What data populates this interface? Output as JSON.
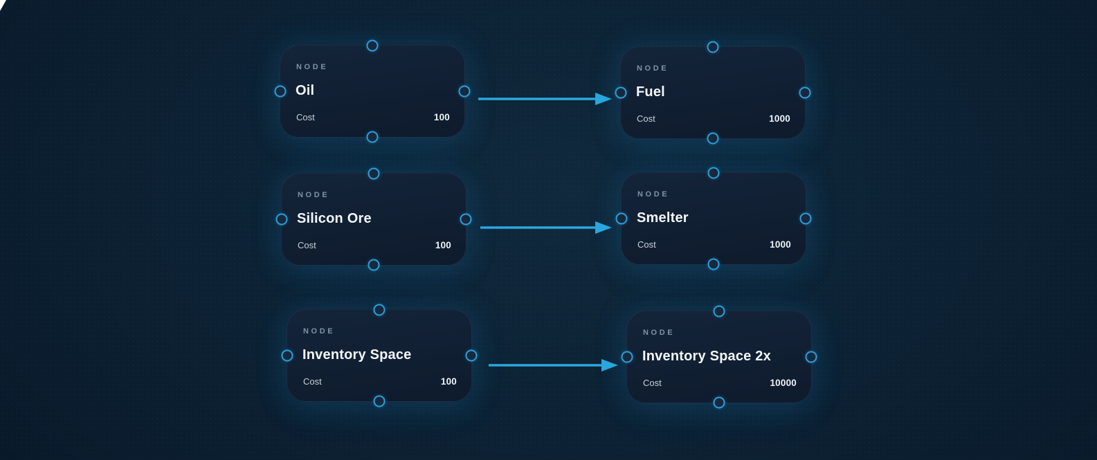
{
  "canvas": {
    "kind_label": "NODE",
    "cost_label": "Cost"
  },
  "colors": {
    "accent": "#2aa9e0",
    "node_bg": "#101e31",
    "node_bg_top": "#142439",
    "port_ring": "#2b9fd8",
    "port_fill": "#16293f",
    "label_muted": "#8292a6",
    "text_primary": "#f4f7fa",
    "text_secondary": "#c9d2da",
    "bg_center": "#10293c",
    "bg_edge": "#06121f"
  },
  "nodes": [
    {
      "id": "oil",
      "kind_label": "NODE",
      "title": "Oil",
      "cost_label": "Cost",
      "cost_value": "100"
    },
    {
      "id": "fuel",
      "kind_label": "NODE",
      "title": "Fuel",
      "cost_label": "Cost",
      "cost_value": "1000"
    },
    {
      "id": "silicon-ore",
      "kind_label": "NODE",
      "title": "Silicon Ore",
      "cost_label": "Cost",
      "cost_value": "100"
    },
    {
      "id": "smelter",
      "kind_label": "NODE",
      "title": "Smelter",
      "cost_label": "Cost",
      "cost_value": "1000"
    },
    {
      "id": "inventory-space",
      "kind_label": "NODE",
      "title": "Inventory Space",
      "cost_label": "Cost",
      "cost_value": "100"
    },
    {
      "id": "inventory-space-2x",
      "kind_label": "NODE",
      "title": "Inventory Space 2x",
      "cost_label": "Cost",
      "cost_value": "10000"
    }
  ],
  "edges": [
    {
      "from": "oil",
      "to": "fuel"
    },
    {
      "from": "silicon-ore",
      "to": "smelter"
    },
    {
      "from": "inventory-space",
      "to": "inventory-space-2x"
    }
  ]
}
